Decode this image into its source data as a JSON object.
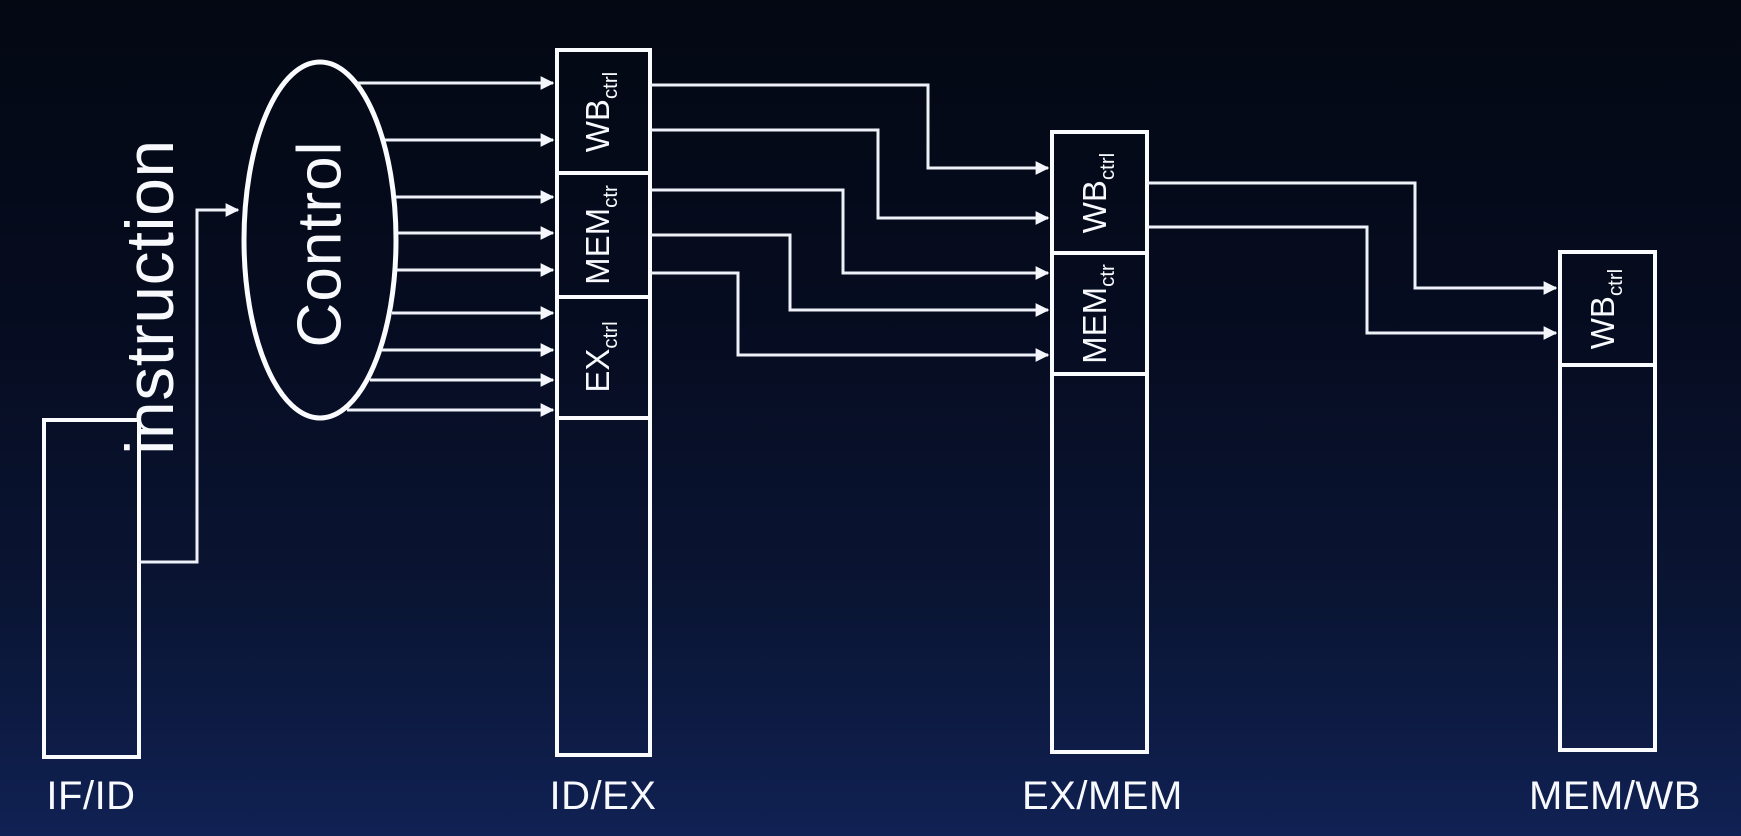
{
  "colors": {
    "background_top": "#040813",
    "background_bottom": "#102153",
    "line": "#eef1f8",
    "box_stroke": "#fbfcff",
    "text": "#f7f9fd"
  },
  "control_unit": {
    "label": "Control"
  },
  "signal_label": {
    "label": "instruction"
  },
  "registers": [
    {
      "label": "IF/ID",
      "sections": []
    },
    {
      "label": "ID/EX",
      "sections": [
        {
          "base": "WB",
          "sub": "ctrl"
        },
        {
          "base": "MEM",
          "sub": "ctr"
        },
        {
          "base": "EX",
          "sub": "ctrl"
        }
      ]
    },
    {
      "label": "EX/MEM",
      "sections": [
        {
          "base": "WB",
          "sub": "ctrl"
        },
        {
          "base": "MEM",
          "sub": "ctr"
        }
      ]
    },
    {
      "label": "MEM/WB",
      "sections": [
        {
          "base": "WB",
          "sub": "ctrl"
        }
      ]
    }
  ],
  "connections": {
    "instruction_to_control": {
      "from": "IF/ID",
      "to": "Control",
      "arrows": 1
    },
    "control_to_idex": {
      "to_WB_ctrl": 2,
      "to_MEM_ctr": 3,
      "to_EX_ctrl": 4,
      "total_arrows": 9
    },
    "idex_to_exmem": {
      "WB_to_WB": 2,
      "MEM_to_MEM": 3
    },
    "exmem_to_memwb": {
      "WB_to_WB": 2
    }
  }
}
